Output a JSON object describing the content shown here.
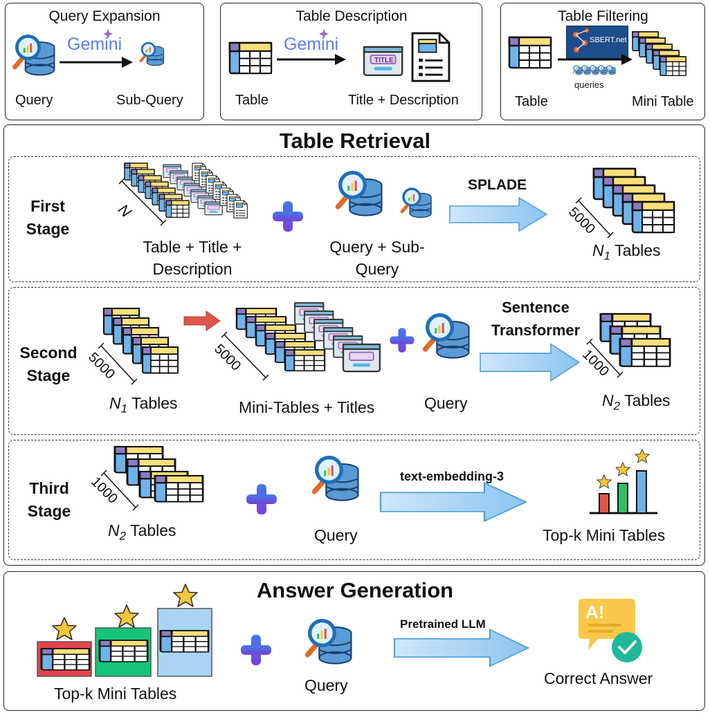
{
  "top": {
    "query_expansion": {
      "title": "Query Expansion",
      "model": "Gemini",
      "left_label": "Query",
      "right_label": "Sub-Query"
    },
    "table_description": {
      "title": "Table Description",
      "model": "Gemini",
      "left_label": "Table",
      "right_label": "Title + Description",
      "title_tag": "TITLE"
    },
    "table_filtering": {
      "title": "Table Filtering",
      "model": "SBERT.net",
      "queries_label": "queries",
      "left_label": "Table",
      "right_label": "Mini Table"
    }
  },
  "retrieval": {
    "title": "Table Retrieval",
    "first": {
      "label_line1": "First",
      "label_line2": "Stage",
      "stack_count": "N",
      "input_line1": "Table + Title +",
      "input_line2": "Description",
      "query_line1": "Query + Sub-",
      "query_line2": "Query",
      "method": "SPLADE",
      "out_count": "5000",
      "out_n": "N",
      "out_sub": "1",
      "out_suffix": " Tables"
    },
    "second": {
      "label_line1": "Second",
      "label_line2": "Stage",
      "in_count": "5000",
      "in_n": "N",
      "in_sub": "1",
      "in_suffix": " Tables",
      "mid_count": "5000",
      "mid_label": "Mini-Tables + Titles",
      "query_label": "Query",
      "method_line1": "Sentence",
      "method_line2": "Transformer",
      "out_count": "1000",
      "out_n": "N",
      "out_sub": "2",
      "out_suffix": " Tables"
    },
    "third": {
      "label_line1": "Third",
      "label_line2": "Stage",
      "in_count": "1000",
      "in_n": "N",
      "in_sub": "2",
      "in_suffix": " Tables",
      "query_label": "Query",
      "method": "text-embedding-3",
      "out_label": "Top-k Mini Tables"
    }
  },
  "answer": {
    "title": "Answer Generation",
    "tables_label": "Top-k Mini Tables",
    "query_label": "Query",
    "method": "Pretrained LLM",
    "out_label": "Correct Answer",
    "bubble_text": "A!"
  },
  "colors": {
    "table_header": "#f9e07a",
    "table_body": "#6fb3ea",
    "table_rows": "#ffffff",
    "table_corner": "#8e7cc3",
    "arrow_fill": "#a9d4f5",
    "arrow_stroke": "#4b9fd8",
    "plus_top": "#3f7de8",
    "plus_bottom": "#7b3fd8",
    "red_arrow": "#e0554d",
    "star": "#f6c73b",
    "bar_red": "#e0554d",
    "bar_green": "#2ebd6b",
    "bar_blue": "#6fb3ea",
    "gemini_blue": "#4f7df0",
    "gemini_pink": "#c56bd8"
  }
}
